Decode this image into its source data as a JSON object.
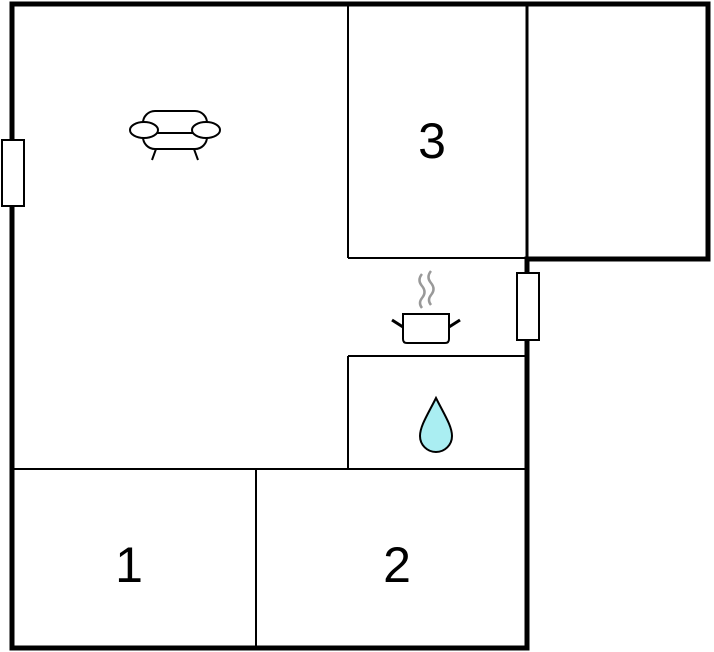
{
  "floorplan": {
    "rooms": [
      {
        "label": "1"
      },
      {
        "label": "2"
      },
      {
        "label": "3"
      }
    ],
    "icons": [
      "sofa-icon",
      "cooking-pot-icon",
      "water-drop-icon",
      "window-icon"
    ],
    "colors": {
      "wall": "#000000",
      "water": "#aaeef2",
      "steam": "#999999"
    }
  }
}
